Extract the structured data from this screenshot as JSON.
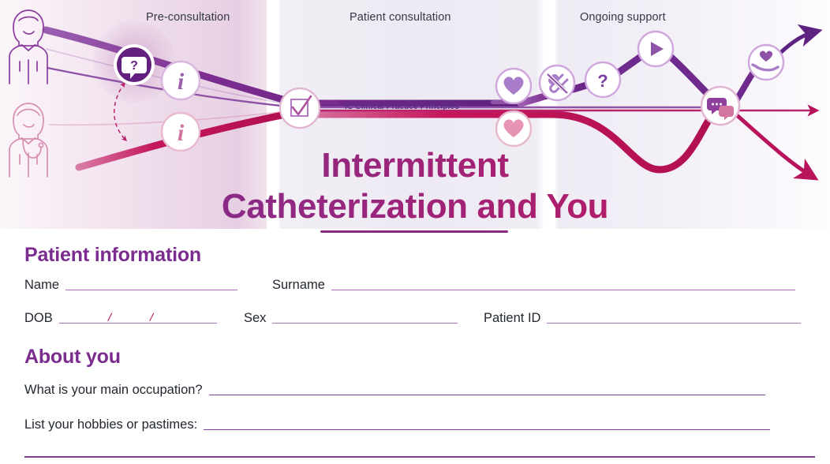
{
  "banner": {
    "stages": [
      {
        "label": "Pre-consultation"
      },
      {
        "label": "Patient consultation"
      },
      {
        "label": "Ongoing support"
      }
    ],
    "ribbon_label": "IC Clinical Practice Principles",
    "avatars": [
      {
        "name": "patient-avatar",
        "color": "#8b3d9e"
      },
      {
        "name": "clinician-avatar",
        "color": "#d98fb4"
      }
    ],
    "nodes": [
      {
        "icon": "question-speech-bubble-icon",
        "glyph": "?"
      },
      {
        "icon": "info-icon-top",
        "glyph": "i"
      },
      {
        "icon": "info-icon-bottom",
        "glyph": "i"
      },
      {
        "icon": "checkbox-check-icon",
        "glyph": "check"
      },
      {
        "icon": "heart-icon-top",
        "glyph": "heart"
      },
      {
        "icon": "heart-icon-bottom",
        "glyph": "heart"
      },
      {
        "icon": "no-tool-icon",
        "glyph": "crossed-wrench"
      },
      {
        "icon": "question-mark-icon",
        "glyph": "?"
      },
      {
        "icon": "play-video-icon",
        "glyph": "play"
      },
      {
        "icon": "chat-bubbles-icon",
        "glyph": "chat"
      },
      {
        "icon": "hand-holding-heart-icon",
        "glyph": "hand-heart"
      }
    ]
  },
  "title": {
    "line1": "Intermittent",
    "line2": "Catheterization and You"
  },
  "form": {
    "patient_information": {
      "heading": "Patient information",
      "fields": [
        {
          "label": "Name"
        },
        {
          "label": "Surname"
        },
        {
          "label": "DOB",
          "separator1": "/",
          "separator2": "/"
        },
        {
          "label": "Sex"
        },
        {
          "label": "Patient ID"
        }
      ]
    },
    "about_you": {
      "heading": "About you",
      "fields": [
        {
          "label": "What is your main occupation?"
        },
        {
          "label": "List your hobbies or pastimes:"
        }
      ]
    }
  },
  "colors": {
    "purple": "#7b2c8f",
    "deep_purple": "#5b2d82",
    "magenta": "#c4165c",
    "crimson": "#b8246b",
    "rule": "#a96fba",
    "rule_strong": "#7f3f97",
    "label_text": "#222730",
    "stage_text": "#333a45"
  }
}
